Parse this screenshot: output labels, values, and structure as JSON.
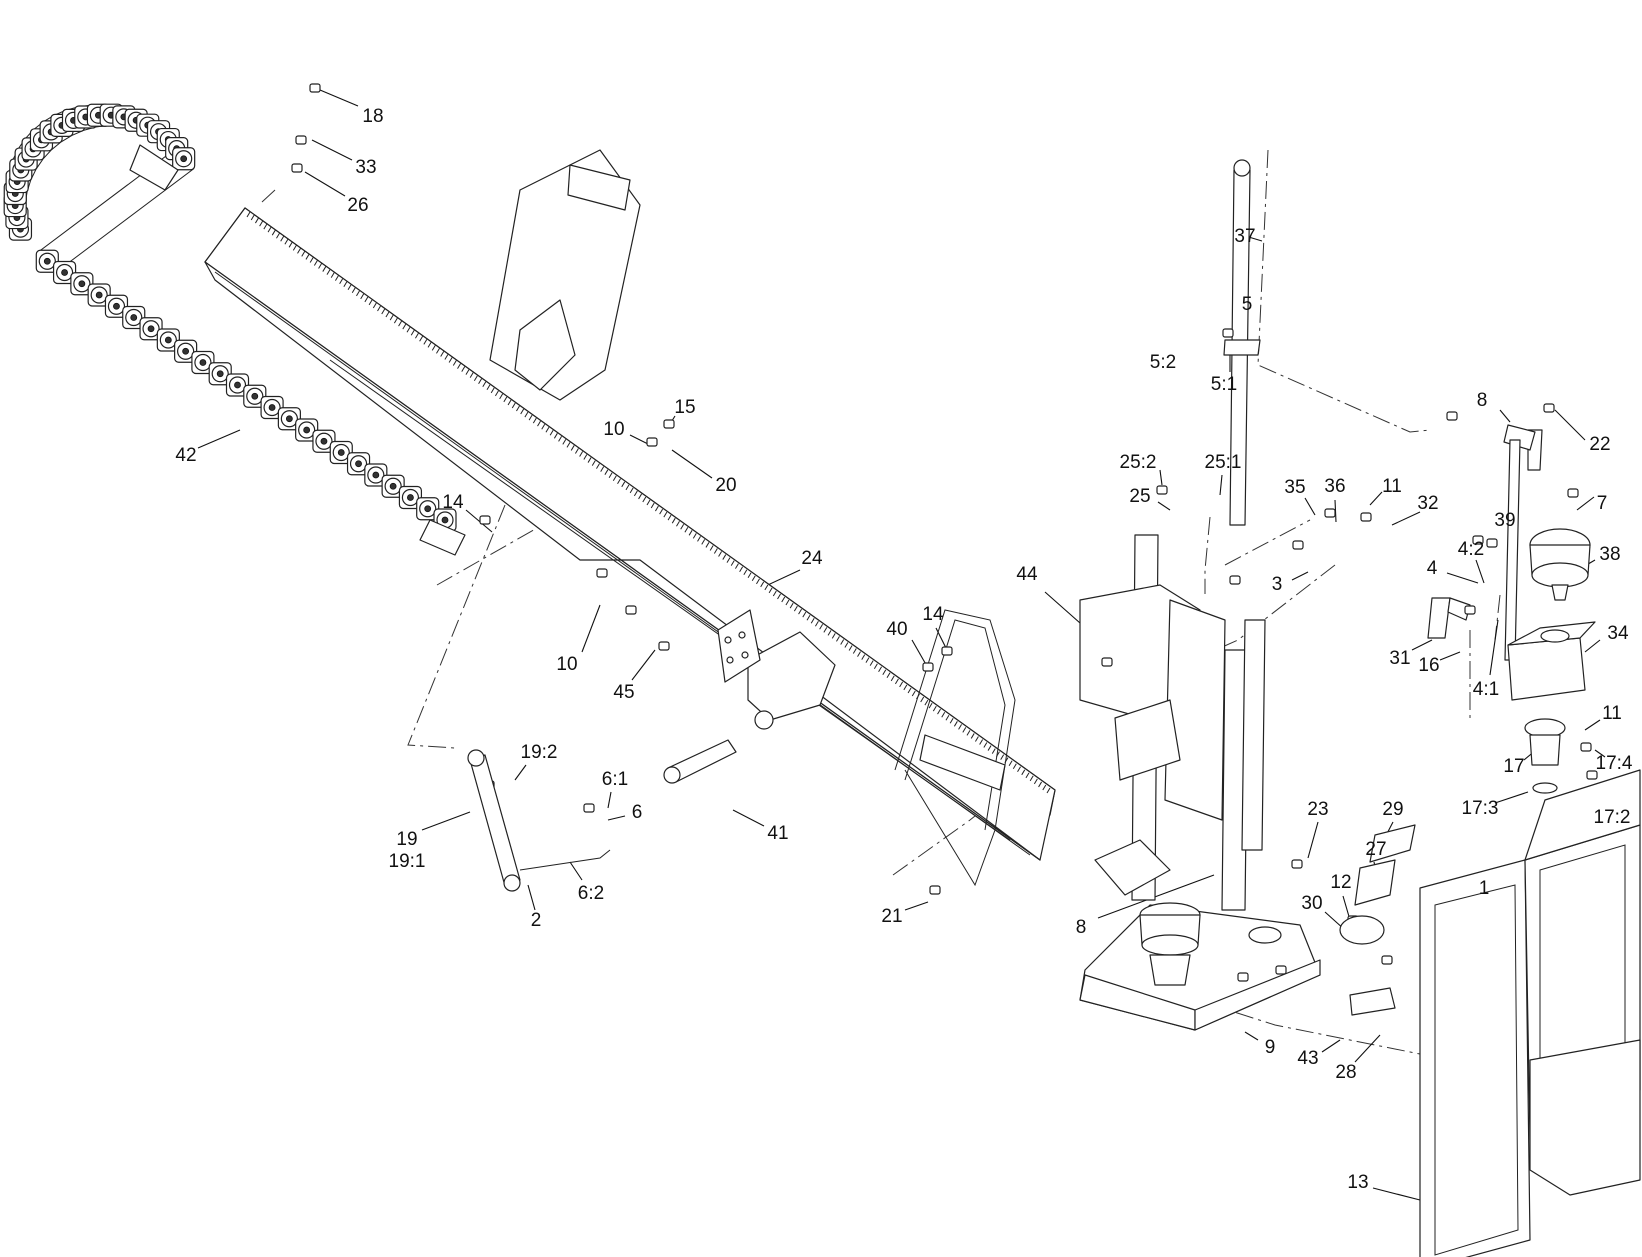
{
  "callouts": [
    "18",
    "33",
    "26",
    "37",
    "5",
    "5:2",
    "5:1",
    "8",
    "22",
    "15",
    "10",
    "20",
    "42",
    "25:2",
    "25:1",
    "25",
    "36",
    "11",
    "35",
    "32",
    "7",
    "39",
    "4:2",
    "38",
    "3",
    "4",
    "14",
    "24",
    "44",
    "34",
    "31",
    "16",
    "4:1",
    "10",
    "45",
    "40",
    "14",
    "11",
    "19:2",
    "6:1",
    "6",
    "17",
    "17:4",
    "19",
    "19:1",
    "41",
    "17:3",
    "17:2",
    "23",
    "29",
    "1",
    "27",
    "6:2",
    "12",
    "2",
    "21",
    "30",
    "8",
    "9",
    "43",
    "28",
    "13"
  ]
}
